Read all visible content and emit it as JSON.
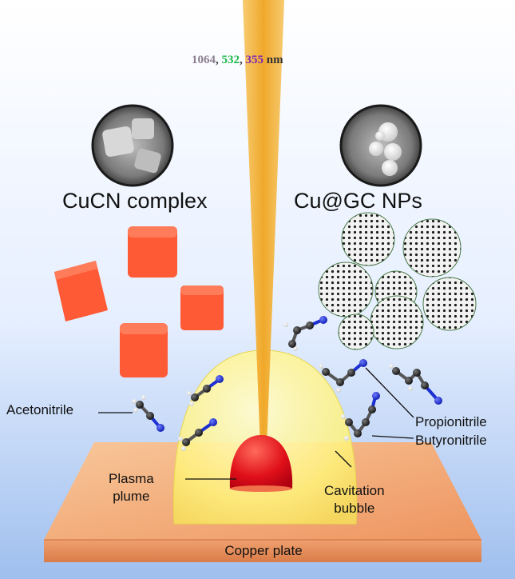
{
  "laser": {
    "wavelengths": [
      "1064",
      "532",
      "355"
    ],
    "separator": ",",
    "unit": "nm",
    "colors": {
      "w1064": "#8a7f8e",
      "w532": "#1fb84a",
      "w355": "#7a28b8"
    }
  },
  "titles": {
    "left": "CuCN complex",
    "right": "Cu@GC NPs"
  },
  "labels": {
    "acetonitrile": "Acetonitrile",
    "propionitrile": "Propionitrile",
    "butyronitrile": "Butyronitrile",
    "plasma_line1": "Plasma",
    "plasma_line2": "plume",
    "cavitation_line1": "Cavitation",
    "cavitation_line2": "bubble",
    "copper_plate": "Copper plate"
  },
  "colors": {
    "cube": "#ff5a36",
    "plate": "#f4a26c",
    "bubble": "#fff27a",
    "plasma": "#e0101a",
    "beam": "#f2b232",
    "nitrogen": "#1d2fd0",
    "carbon": "#333333"
  }
}
